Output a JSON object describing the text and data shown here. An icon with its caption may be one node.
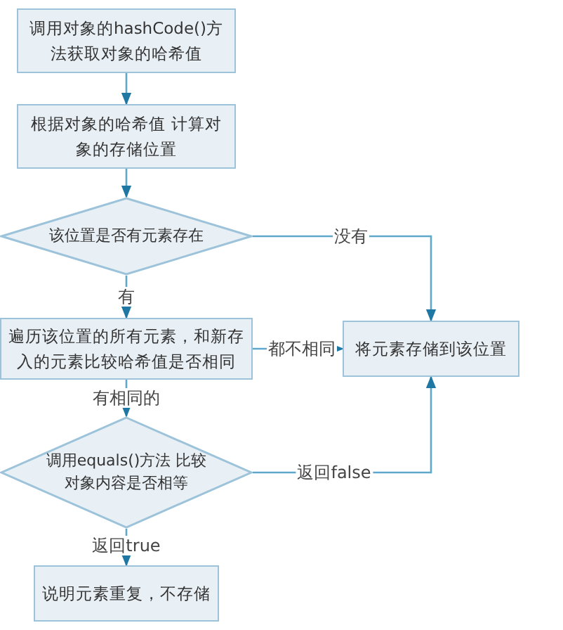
{
  "diagram": {
    "nodes": [
      {
        "text": [
          "调用对象的hashCode()方法获取对象的哈希值"
        ]
      },
      {
        "text": [
          "根据对象的哈希值 计算对象的存储位置"
        ]
      },
      {
        "text": [
          "该位置是否有元素存在"
        ]
      },
      {
        "text": [
          "遍历该位置的所有元素，和新存入的元素比较哈希值是否相同"
        ]
      },
      {
        "text": [
          "将元素存储到该位置"
        ]
      },
      {
        "text": [
          "调用equals()方法 比较对象内容是否相等"
        ]
      },
      {
        "text": [
          "说明元素重复，不存储"
        ]
      }
    ],
    "edges": [
      {
        "from": 0,
        "to": 1,
        "arrow": "to"
      },
      {
        "from": 1,
        "to": 2,
        "arrow": "to"
      },
      {
        "from": 2,
        "to": 3,
        "arrow": "to",
        "label": "有"
      },
      {
        "from": 2,
        "to": 4,
        "arrow": "to",
        "label": "没有"
      },
      {
        "from": 3,
        "to": 4,
        "arrow": "to",
        "label": "都不相同"
      },
      {
        "from": 3,
        "to": 5,
        "arrow": "to",
        "label": "有相同的"
      },
      {
        "from": 5,
        "to": 4,
        "arrow": "to",
        "label": "返回false"
      },
      {
        "from": 5,
        "to": 6,
        "arrow": "to",
        "label": "返回true"
      }
    ]
  }
}
